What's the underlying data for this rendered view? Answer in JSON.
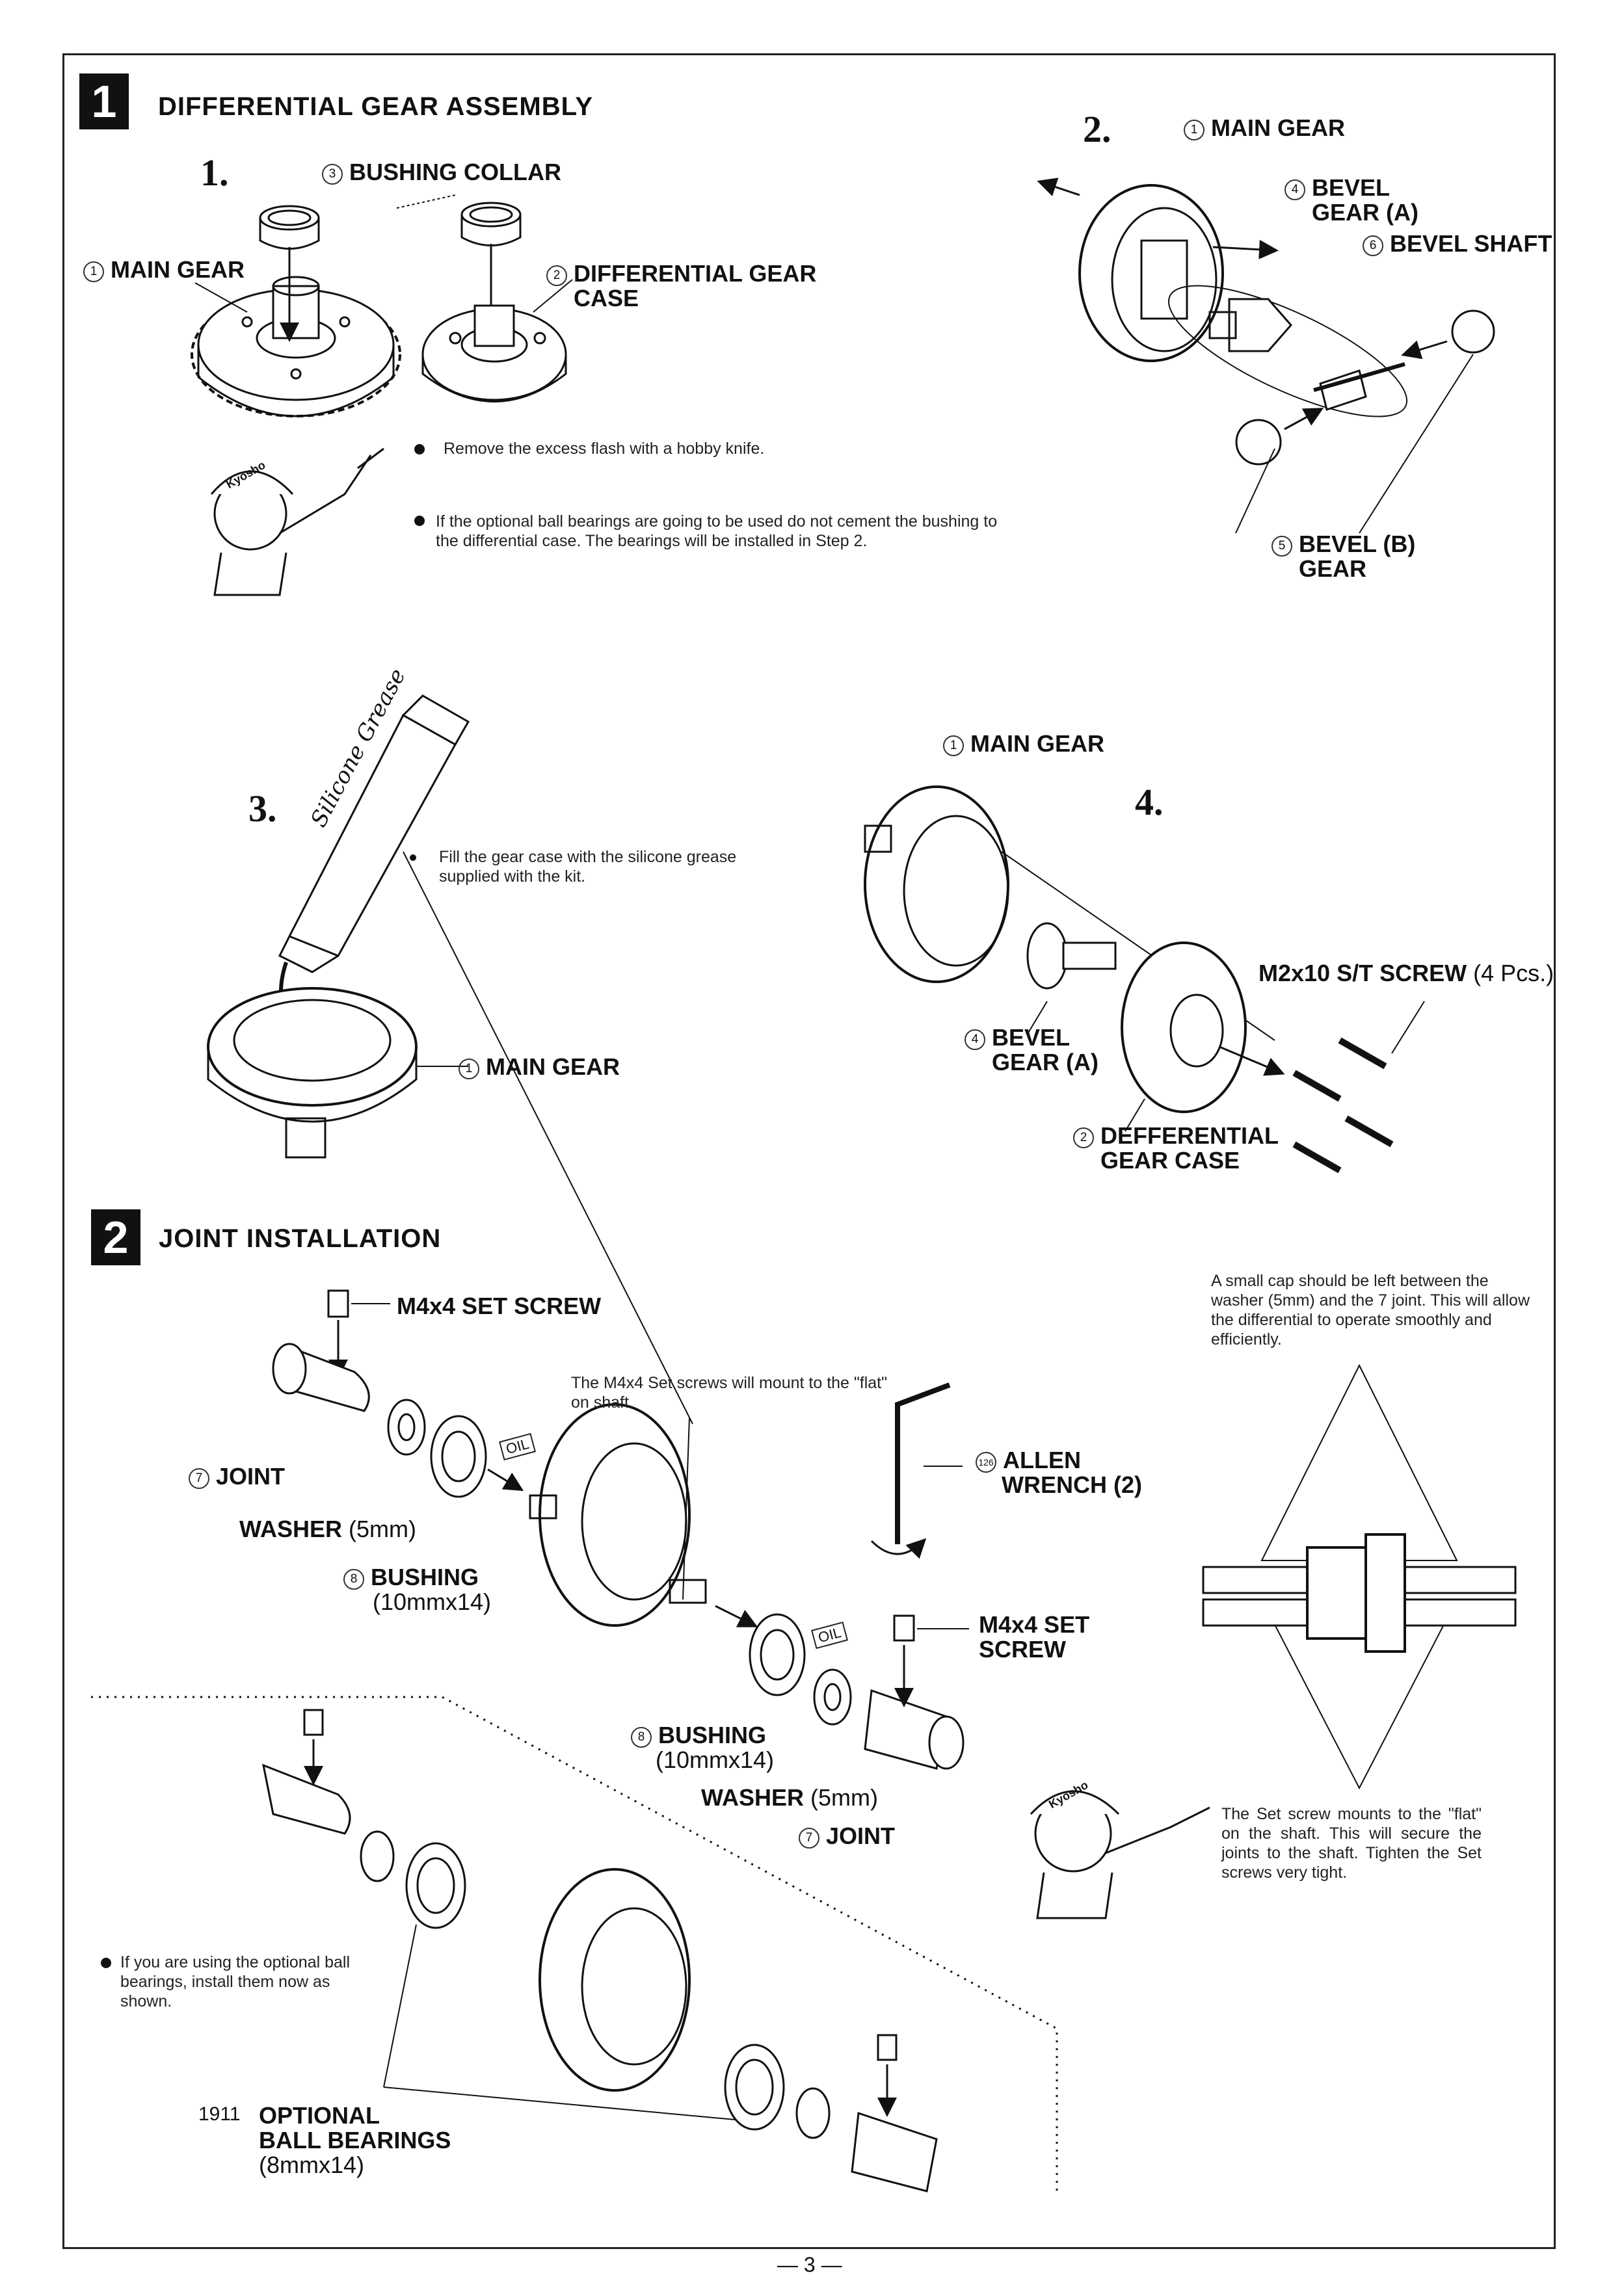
{
  "sections": {
    "s1": {
      "number": "1",
      "title": "DIFFERENTIAL GEAR ASSEMBLY"
    },
    "s2": {
      "number": "2",
      "title": "JOINT INSTALLATION"
    }
  },
  "steps": {
    "step1": {
      "num": "1.",
      "bushing_collar": {
        "n": "3",
        "text": "BUSHING COLLAR"
      },
      "main_gear": {
        "n": "1",
        "text": "MAIN GEAR"
      },
      "diff_case": {
        "n": "2",
        "line1": "DIFFERENTIAL GEAR",
        "line2": "CASE"
      },
      "note1": "Remove the excess flash with a hobby knife.",
      "note2": "If the optional ball bearings are going to be used do not cement the bushing to the differential case. The bearings will be installed in Step 2."
    },
    "step2": {
      "num": "2.",
      "main_gear": {
        "n": "1",
        "text": "MAIN GEAR"
      },
      "bevel_a": {
        "n": "4",
        "line1": "BEVEL",
        "line2": "GEAR (A)"
      },
      "bevel_shaft": {
        "n": "6",
        "text": "BEVEL SHAFT"
      },
      "bevel_b": {
        "n": "5",
        "line1": "BEVEL (B)",
        "line2": "GEAR"
      }
    },
    "step3": {
      "num": "3.",
      "tube_label": "Silicone Grease",
      "note": "Fill the gear case with the silicone grease supplied with the kit.",
      "main_gear": {
        "n": "1",
        "text": "MAIN GEAR"
      }
    },
    "step4": {
      "num": "4.",
      "main_gear": {
        "n": "1",
        "text": "MAIN GEAR"
      },
      "screw": {
        "text": "M2x10 S/T SCREW",
        "qty": "(4 Pcs.)"
      },
      "bevel_a": {
        "n": "4",
        "line1": "BEVEL",
        "line2": "GEAR (A)"
      },
      "diff_case": {
        "n": "2",
        "line1": "DEFFERENTIAL",
        "line2": "GEAR CASE"
      }
    }
  },
  "joint": {
    "set_screw_top": "M4x4 SET SCREW",
    "joint_left": {
      "n": "7",
      "text": "JOINT"
    },
    "washer_left": {
      "bold": "WASHER",
      "normal": " (5mm)"
    },
    "bushing_left": {
      "n": "8",
      "text": "BUSHING",
      "size": "(10mmx14)"
    },
    "oil": "OIL",
    "mount_note": "The M4x4 Set screws will mount to the \"flat\" on shaft.",
    "allen": {
      "n": "126",
      "line1": "ALLEN",
      "line2": "WRENCH (2)"
    },
    "set_screw_right": {
      "line1": "M4x4 SET",
      "line2": "SCREW"
    },
    "bushing_right": {
      "n": "8",
      "text": "BUSHING",
      "size": "(10mmx14)"
    },
    "washer_right": {
      "bold": "WASHER",
      "normal": " (5mm)"
    },
    "joint_right": {
      "n": "7",
      "text": "JOINT"
    },
    "gap_note": "A small cap should be left between the washer (5mm) and the 7 joint. This will allow the differential to operate smoothly and efficiently.",
    "setscrew_note": "The Set screw mounts to the \"flat\" on the shaft. This will secure the joints to the shaft. Tighten the Set screws very tight.",
    "bearing_note": "If you are using the optional ball bearings, install them now as shown.",
    "optional": {
      "part_no": "1911",
      "line1": "OPTIONAL",
      "line2": "BALL BEARINGS",
      "size": "(8mmx14)"
    }
  },
  "mascot_cap_text": "Kyosho",
  "page_number": "— 3 —"
}
